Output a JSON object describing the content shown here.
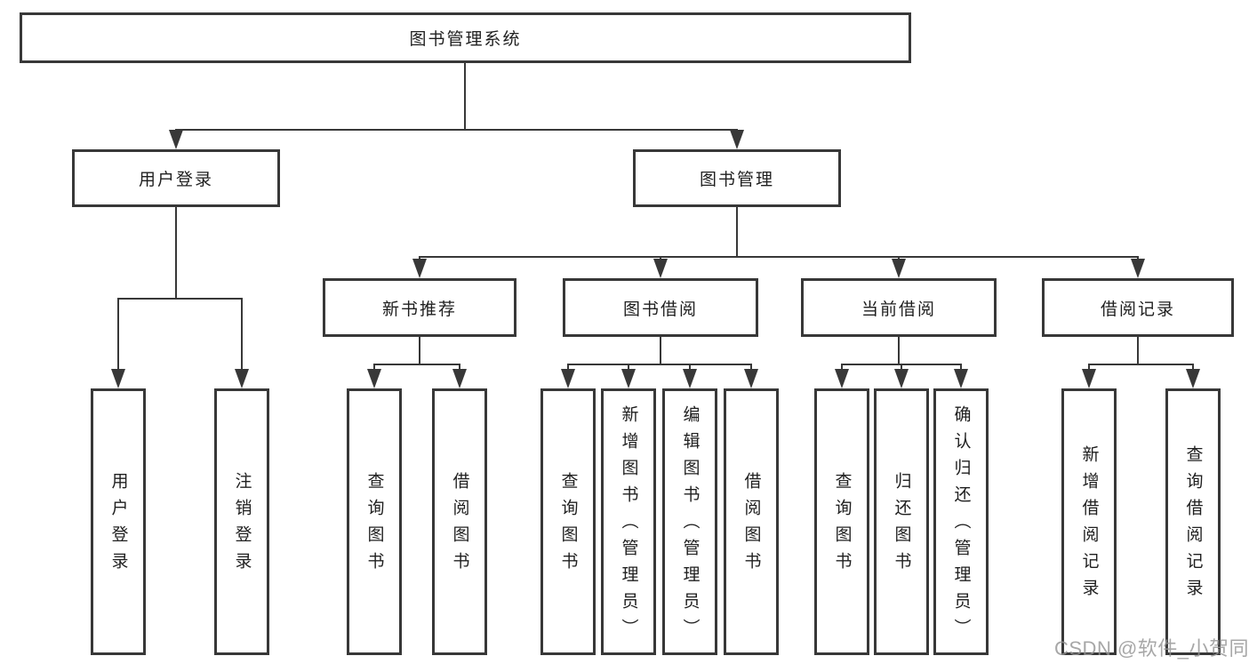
{
  "diagram_title": "图书管理系统",
  "tree": {
    "label": "图书管理系统",
    "children": [
      {
        "label": "用户登录",
        "children": [
          {
            "label": "用户登录"
          },
          {
            "label": "注销登录"
          }
        ]
      },
      {
        "label": "图书管理",
        "children": [
          {
            "label": "新书推荐",
            "children": [
              {
                "label": "查询图书"
              },
              {
                "label": "借阅图书"
              }
            ]
          },
          {
            "label": "图书借阅",
            "children": [
              {
                "label": "查询图书"
              },
              {
                "label": "新增图书（管理员）"
              },
              {
                "label": "编辑图书（管理员）"
              },
              {
                "label": "借阅图书"
              }
            ]
          },
          {
            "label": "当前借阅",
            "children": [
              {
                "label": "查询图书"
              },
              {
                "label": "归还图书"
              },
              {
                "label": "确认归还（管理员）"
              }
            ]
          },
          {
            "label": "借阅记录",
            "children": [
              {
                "label": "新增借阅记录"
              },
              {
                "label": "查询借阅记录"
              }
            ]
          }
        ]
      }
    ]
  },
  "watermark": {
    "text": "CSDN @软件_小贺同学"
  },
  "icons": {
    "arrowhead": "solid-down-triangle-css-shape"
  },
  "colors": {
    "background": "#ffffff",
    "box_border": "#383838",
    "connector_line": "#383838",
    "text": "#1f1f1f",
    "watermark": "#949494"
  }
}
